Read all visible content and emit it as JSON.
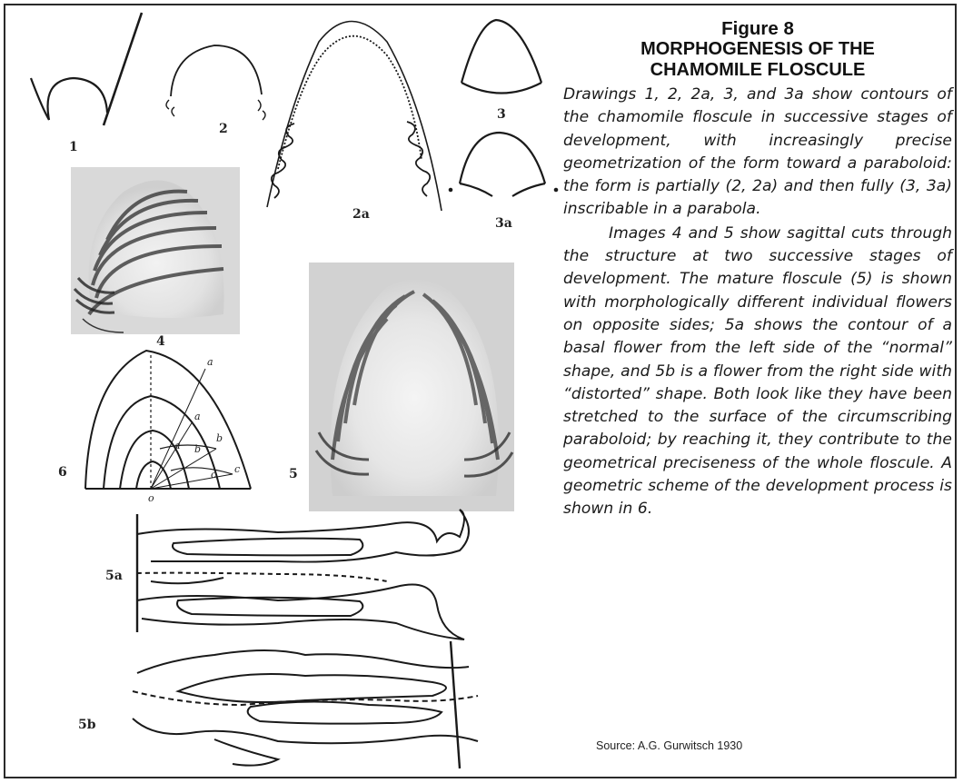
{
  "caption": {
    "figure_number": "Figure 8",
    "title_line1": "MORPHOGENESIS OF THE",
    "title_line2": "CHAMOMILE FLOSCULE",
    "paragraph1": "Drawings 1, 2, 2a, 3, and 3a show contours of the chamomile floscule in successive stages of development, with increasingly precise geometrization of the form toward a paraboloid: the form is partially (2, 2a) and then fully (3, 3a) inscribable in a parabola.",
    "paragraph2": "Images 4 and 5 show sagittal cuts through the structure at two successive stages of development. The mature floscule (5) is shown with morphologically different individual flowers on opposite sides; 5a shows the contour of a basal flower from the left side of the “normal” shape, and 5b is a flower from the right side with “distorted” shape. Both look like they have been stretched to the surface of the circumscribing paraboloid; by reaching it, they contribute to the geometrical preciseness of the whole floscule. A geometric scheme of the development process is shown in 6."
  },
  "source": "Source: A.G. Gurwitsch 1930",
  "panel_labels": {
    "p1": "1",
    "p2": "2",
    "p2a": "2a",
    "p3": "3",
    "p3a": "3a",
    "p4": "4",
    "p5": "5",
    "p6": "6",
    "p5a": "5a",
    "p5b": "5b"
  },
  "scheme_letters": {
    "a": "a",
    "b": "b",
    "c": "c",
    "o": "o"
  }
}
